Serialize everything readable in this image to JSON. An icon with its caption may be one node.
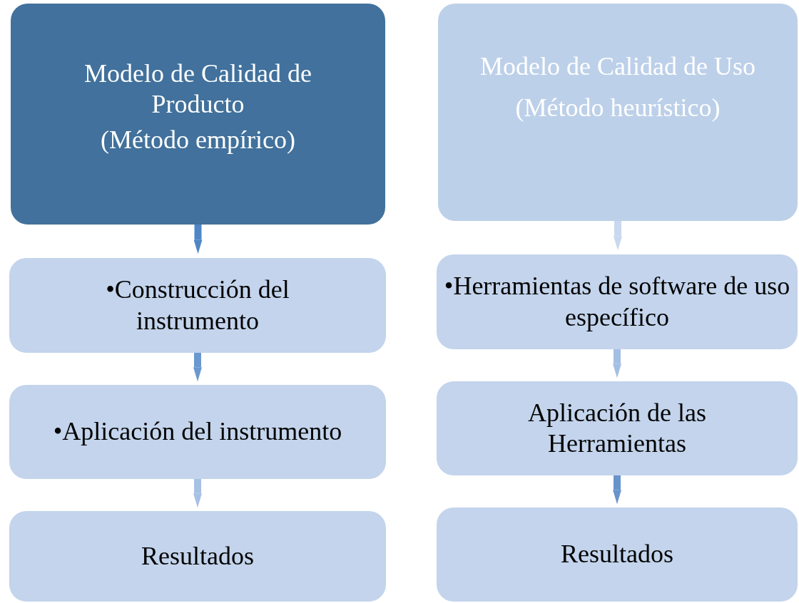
{
  "diagram": {
    "nodes": [
      {
        "text": [
          "Modelo de Calidad de Producto",
          "(Método empírico)"
        ]
      },
      {
        "text": [
          "Modelo de Calidad de Uso",
          "(Método heurístico)"
        ]
      },
      {
        "text": [
          "•Construcción del instrumento"
        ]
      },
      {
        "text": [
          "•Aplicación del instrumento"
        ]
      },
      {
        "text": [
          "Resultados"
        ]
      },
      {
        "text": [
          "•Herramientas de software de uso específico"
        ]
      },
      {
        "text": [
          "Aplicación de las Herramientas"
        ]
      },
      {
        "text": [
          "Resultados"
        ]
      }
    ],
    "edges": [
      {
        "from": 0,
        "to": 2,
        "arrow": "to",
        "color": "#4f86c6"
      },
      {
        "from": 2,
        "to": 3,
        "arrow": "to",
        "color": "#6a98d0"
      },
      {
        "from": 3,
        "to": 4,
        "arrow": "to",
        "color": "#a7c1e4"
      },
      {
        "from": 1,
        "to": 5,
        "arrow": "to",
        "color": "#c8d8ee"
      },
      {
        "from": 5,
        "to": 6,
        "arrow": "to",
        "color": "#a3bfe3"
      },
      {
        "from": 6,
        "to": 7,
        "arrow": "to",
        "color": "#6894cd"
      }
    ]
  }
}
